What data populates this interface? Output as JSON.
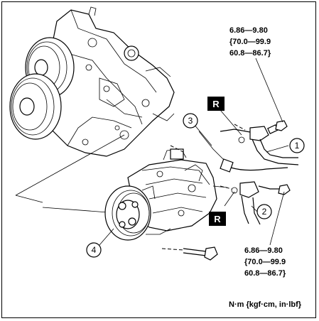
{
  "callouts": {
    "c1": "1",
    "c2": "2",
    "c3": "3",
    "c4": "4"
  },
  "markers": {
    "r_top": "R",
    "r_bottom": "R"
  },
  "torque_top": {
    "line1": "6.86—9.80",
    "line2": "{70.0—99.9",
    "line3": "60.8—86.7}"
  },
  "torque_bottom": {
    "line1": "6.86—9.80",
    "line2": "{70.0—99.9",
    "line3": "60.8—86.7}"
  },
  "units_label": "N·m {kgf·cm, in·lbf}"
}
